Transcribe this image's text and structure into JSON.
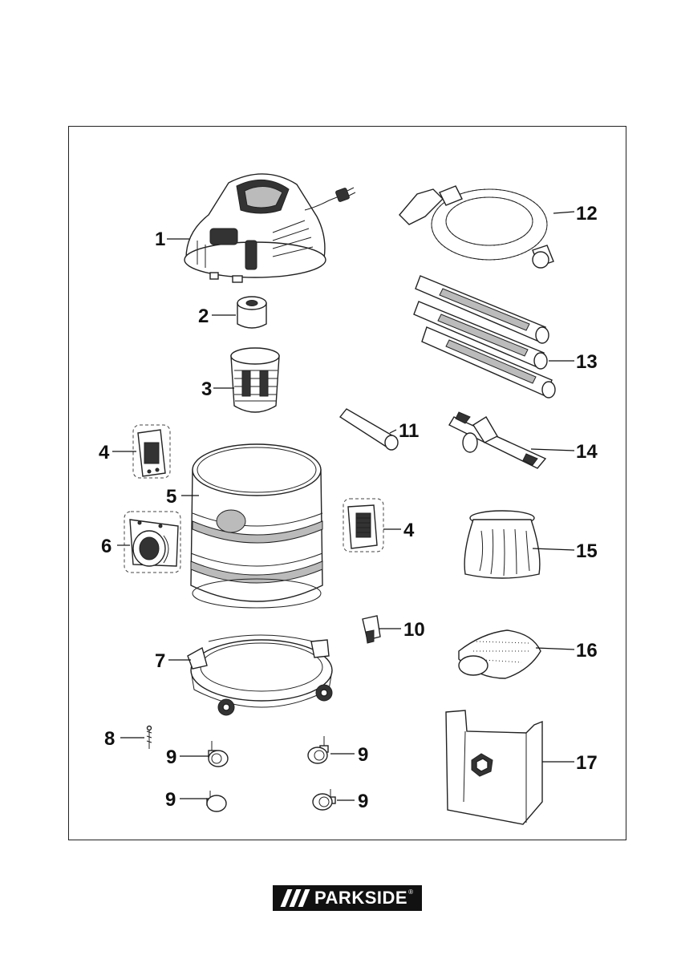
{
  "figure": {
    "parts": [
      {
        "id": "main-unit",
        "label": "1"
      },
      {
        "id": "foam-filter",
        "label": "2"
      },
      {
        "id": "pleated-filter",
        "label": "3"
      },
      {
        "id": "latch-left",
        "label": "4"
      },
      {
        "id": "latch-right",
        "label": "4"
      },
      {
        "id": "container",
        "label": "5"
      },
      {
        "id": "inlet-connector",
        "label": "6"
      },
      {
        "id": "base-ring",
        "label": "7"
      },
      {
        "id": "screw",
        "label": "8"
      },
      {
        "id": "castor-1",
        "label": "9"
      },
      {
        "id": "castor-2",
        "label": "9"
      },
      {
        "id": "castor-3",
        "label": "9"
      },
      {
        "id": "castor-4",
        "label": "9"
      },
      {
        "id": "clip",
        "label": "10"
      },
      {
        "id": "crevice-nozzle",
        "label": "11"
      },
      {
        "id": "suction-hose",
        "label": "12"
      },
      {
        "id": "extension-tubes",
        "label": "13"
      },
      {
        "id": "wet-dry-nozzle",
        "label": "14"
      },
      {
        "id": "fabric-filter-bag",
        "label": "15"
      },
      {
        "id": "fine-dust-filter",
        "label": "16"
      },
      {
        "id": "dust-bag",
        "label": "17"
      }
    ]
  },
  "brand": {
    "name": "PARKSIDE",
    "mark": "®",
    "logo_icon": "triple-slash-logo-icon"
  },
  "colors": {
    "ink": "#111111",
    "frame": "#222222",
    "logo_bg": "#111111",
    "logo_text": "#ffffff"
  }
}
